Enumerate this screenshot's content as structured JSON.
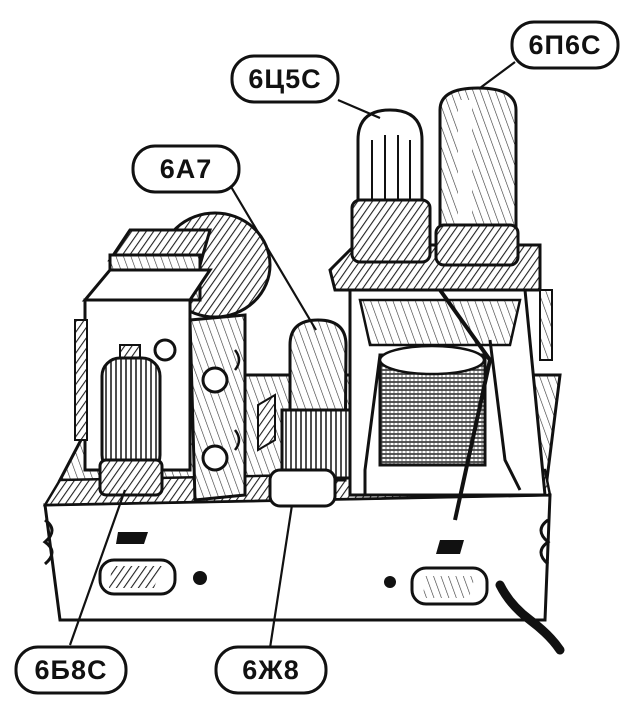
{
  "labels": {
    "tube_6ts5s": "6Ц5С",
    "tube_6p6s": "6П6С",
    "tube_6a7": "6А7",
    "tube_6b8s": "6Б8С",
    "tube_6zh8": "6Ж8"
  },
  "colors": {
    "ink": "#111111",
    "paper": "#ffffff",
    "shade": "#555555"
  }
}
